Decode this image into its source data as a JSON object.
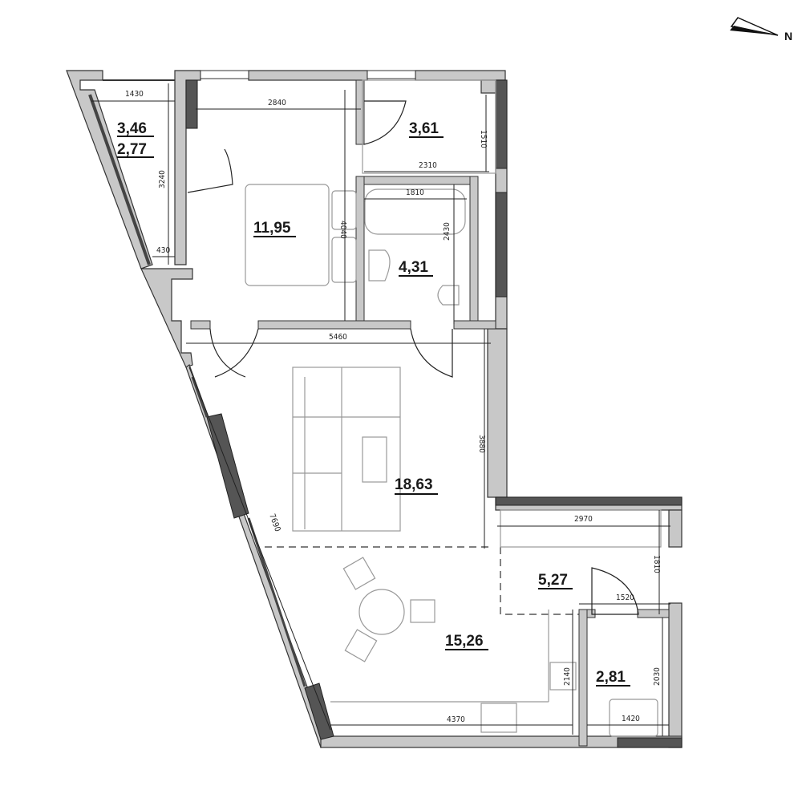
{
  "compass": {
    "label": "N",
    "icon": "north-arrow-icon"
  },
  "rooms": [
    {
      "id": "balcony",
      "area": "3,46",
      "area_secondary": "2,77"
    },
    {
      "id": "bedroom",
      "area": "11,95"
    },
    {
      "id": "hall-closet",
      "area": "3,61"
    },
    {
      "id": "bathroom",
      "area": "4,31"
    },
    {
      "id": "living-room",
      "area": "18,63"
    },
    {
      "id": "kitchen-dining",
      "area": "15,26"
    },
    {
      "id": "entrance-hall",
      "area": "5,27"
    },
    {
      "id": "storage",
      "area": "2,81"
    }
  ],
  "dimensions": {
    "balcony_width_top": "1430",
    "balcony_depth": "3240",
    "balcony_width_bottom": "430",
    "bedroom_width": "2840",
    "bedroom_depth": "4040",
    "closet_width": "2310",
    "closet_depth": "1510",
    "bath_width": "1810",
    "bath_depth": "2430",
    "living_width": "5460",
    "living_depth": "3880",
    "window_wall_length": "7690",
    "hall_width": "2970",
    "hall_depth": "1810",
    "hall_inner_width": "1520",
    "kitchen_width": "4370",
    "kitchen_depth": "2140",
    "storage_depth": "2030",
    "storage_width": "1420"
  }
}
